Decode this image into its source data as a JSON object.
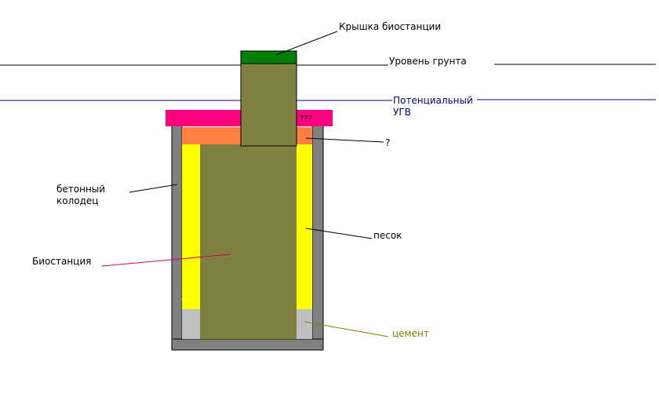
{
  "labels": {
    "lid": "Крышка биостанции",
    "ground_level": "Уровень грунта",
    "groundwater_line1": "Потенциальный",
    "groundwater_line2": "УГВ",
    "question": "?",
    "concrete_well_line1": "бетонный",
    "concrete_well_line2": "колодец",
    "sand": "песок",
    "biostation": "Биостанция",
    "cement": "цемент"
  },
  "marks": {
    "triple_question": "???",
    "small_marks": "??"
  },
  "colors": {
    "concrete": "#808080",
    "concrete_dark": "#000000",
    "sand": "#ffff00",
    "biostation": "#808040",
    "lid": "#008000",
    "slab": "#ff0080",
    "orange_fill": "#ff8040",
    "cement": "#c0c0c0",
    "navy": "#000080",
    "olive_text": "#808000",
    "black": "#000000",
    "magenta_leader": "#cc0066"
  }
}
